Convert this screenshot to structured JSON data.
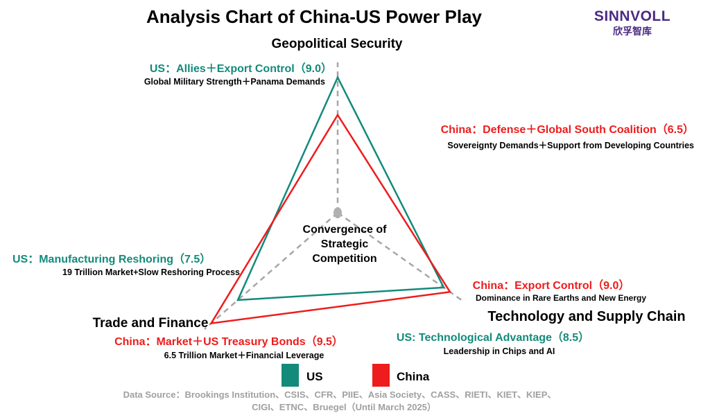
{
  "logo": {
    "brand": "SINNVOLL",
    "sub": "欣孚智库"
  },
  "chart_data": {
    "type": "radar",
    "title": "Analysis Chart of China-US Power Play",
    "axes": [
      {
        "label": "Geopolitical Security"
      },
      {
        "label": "Technology and Supply Chain"
      },
      {
        "label": "Trade and Finance"
      }
    ],
    "center_label": [
      "Convergence of",
      "Strategic",
      "Competition"
    ],
    "scale_max": 10,
    "series": [
      {
        "name": "US",
        "color": "#138a7a",
        "values": [
          9.0,
          8.5,
          7.5
        ],
        "annotations": [
          {
            "title": "US：Allies＋Export Control（9.0）",
            "detail": "Global Military Strength＋Panama Demands"
          },
          {
            "title": "US: Technological Advantage（8.5）",
            "detail": "Leadership in Chips and AI"
          },
          {
            "title": "US：Manufacturing Reshoring（7.5）",
            "detail": "19 Trillion Market+Slow Reshoring Process"
          }
        ]
      },
      {
        "name": "China",
        "color": "#ee1c1c",
        "values": [
          6.5,
          9.0,
          9.5
        ],
        "annotations": [
          {
            "title": "China：Defense＋Global South Coalition（6.5）",
            "detail": "Sovereignty Demands＋Support from Developing Countries"
          },
          {
            "title": "China：Export Control（9.0）",
            "detail": "Dominance in Rare Earths and New Energy"
          },
          {
            "title": "China：Market＋US Treasury Bonds（9.5）",
            "detail": "6.5 Trillion Market＋Financial Leverage"
          }
        ]
      }
    ],
    "legend": [
      "US",
      "China"
    ],
    "source": [
      "Data Source：Brookings Institution、CSIS、CFR、PIIE、Asia Society、CASS、RIETI、KIET、KIEP、",
      "CIGI、ETNC、Bruegel（Until March 2025）"
    ]
  }
}
